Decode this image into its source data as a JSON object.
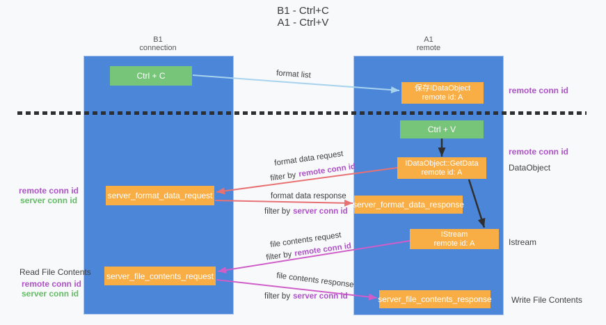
{
  "title": {
    "line1": "B1 - Ctrl+C",
    "line2": "A1 - Ctrl+V"
  },
  "lanes": {
    "left": {
      "title": "B1",
      "subtitle": "connection"
    },
    "right": {
      "title": "A1",
      "subtitle": "remote"
    }
  },
  "nodes": {
    "ctrl_c": {
      "label": "Ctrl + C"
    },
    "ctrl_v": {
      "label": "Ctrl + V"
    },
    "save_dataobject": {
      "line1": "保存IDataObject",
      "line2": "remote id: A"
    },
    "getdata": {
      "line1": "IDataObject::GetData",
      "line2": "remote id: A"
    },
    "istream": {
      "line1": "IStream",
      "line2": "remote id: A"
    },
    "format_request": {
      "label": "server_format_data_request"
    },
    "format_response": {
      "label": "server_format_data_response"
    },
    "file_request": {
      "label": "server_file_contents_request"
    },
    "file_response": {
      "label": "server_file_contents_response"
    }
  },
  "arrow_labels": {
    "format_list": "format list",
    "format_data_request": "format data request",
    "format_data_request_filter": {
      "prefix": "filter by",
      "value": "remote conn id"
    },
    "format_data_response": "format data response",
    "format_data_response_filter": {
      "prefix": "filter by",
      "value": "server conn id"
    },
    "file_contents_request": "file contents request",
    "file_contents_request_filter": {
      "prefix": "filter by",
      "value": "remote conn id"
    },
    "file_contents_response": "file contents response",
    "file_contents_response_filter": {
      "prefix": "filter by",
      "value": "server conn id"
    }
  },
  "side_labels": {
    "right_top_remote_conn_id": "remote conn id",
    "right_mid_remote_conn_id": "remote conn id",
    "right_dataobject": "DataObject",
    "right_istream": "Istream",
    "right_write_file_contents": "Write File Contents",
    "left_remote_conn_id_format": "remote conn id",
    "left_server_conn_id_format": "server conn id",
    "left_read_file_contents": "Read File Contents",
    "left_remote_conn_id_file": "remote conn id",
    "left_server_conn_id_file": "server conn id"
  },
  "colors": {
    "lane_blue": "#4c86d8",
    "node_orange": "#f9ae45",
    "node_green": "#77c579",
    "purple_text": "#ae52c8",
    "green_text": "#64bd66",
    "red_arrow": "#e87173",
    "magenta_arrow": "#cf5ec9",
    "light_blue_arrow": "#a8d3ef",
    "black_arrow": "#2f2f2f",
    "background": "#f8f9fa"
  }
}
